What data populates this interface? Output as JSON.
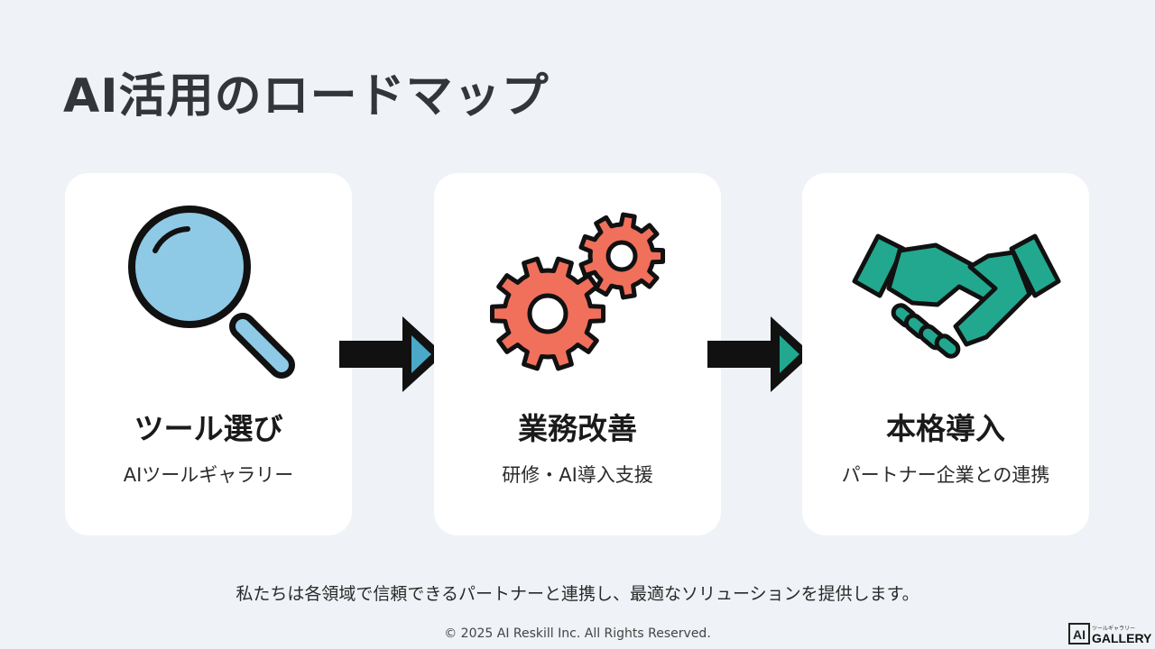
{
  "title": "AI活用のロードマップ",
  "steps": [
    {
      "icon": "magnifying-glass-icon",
      "heading": "ツール選び",
      "sub": "AIツールギャラリー"
    },
    {
      "icon": "gears-icon",
      "heading": "業務改善",
      "sub": "研修・AI導入支援"
    },
    {
      "icon": "handshake-icon",
      "heading": "本格導入",
      "sub": "パートナー企業との連携"
    }
  ],
  "arrows": [
    {
      "icon": "right-arrow-icon",
      "color": "#4aa9c7"
    },
    {
      "icon": "right-arrow-icon",
      "color": "#22a88e"
    }
  ],
  "footnote": "私たちは各領域で信頼できるパートナーと連携し、最適なソリューションを提供します。",
  "copyright": "© 2025 AI Reskill Inc. All Rights Reserved.",
  "logo": {
    "mark": "AI",
    "tagline": "ツールギャラリー",
    "name": "GALLERY"
  },
  "colors": {
    "background": "#eff2f6",
    "magnifier_lens": "#8ecae6",
    "gear": "#f0705c",
    "handshake": "#22a88e"
  }
}
